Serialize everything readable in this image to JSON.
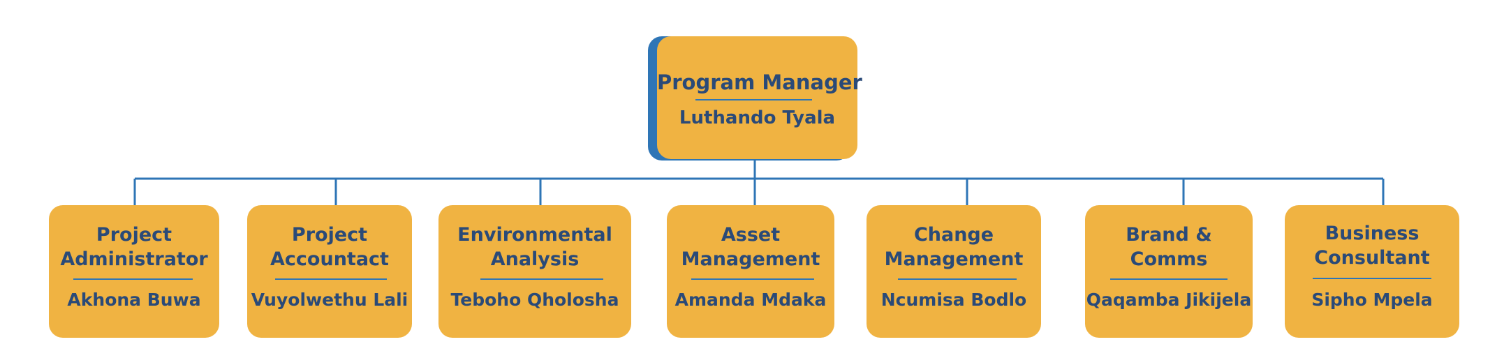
{
  "colors": {
    "card": "#f0b342",
    "text": "#2a4a78",
    "line": "#2e75b6",
    "shadow": "#2e75b6"
  },
  "manager": {
    "title": "Program Manager",
    "name": "Luthando Tyala"
  },
  "reports": [
    {
      "title_lines": [
        "Project",
        "Administrator"
      ],
      "name": "Akhona Buwa"
    },
    {
      "title_lines": [
        "Project",
        "Accountact"
      ],
      "name": "Vuyolwethu Lali"
    },
    {
      "title_lines": [
        "Environmental",
        "Analysis"
      ],
      "name": "Teboho Qholosha"
    },
    {
      "title_lines": [
        "Asset",
        "Management"
      ],
      "name": "Amanda Mdaka"
    },
    {
      "title_lines": [
        "Change",
        "Management"
      ],
      "name": "Ncumisa Bodlo"
    },
    {
      "title_lines": [
        "Brand &",
        "Comms"
      ],
      "name": "Qaqamba Jikijela"
    },
    {
      "title_lines": [
        "Business",
        "Consultant"
      ],
      "name": "Sipho Mpela"
    }
  ]
}
